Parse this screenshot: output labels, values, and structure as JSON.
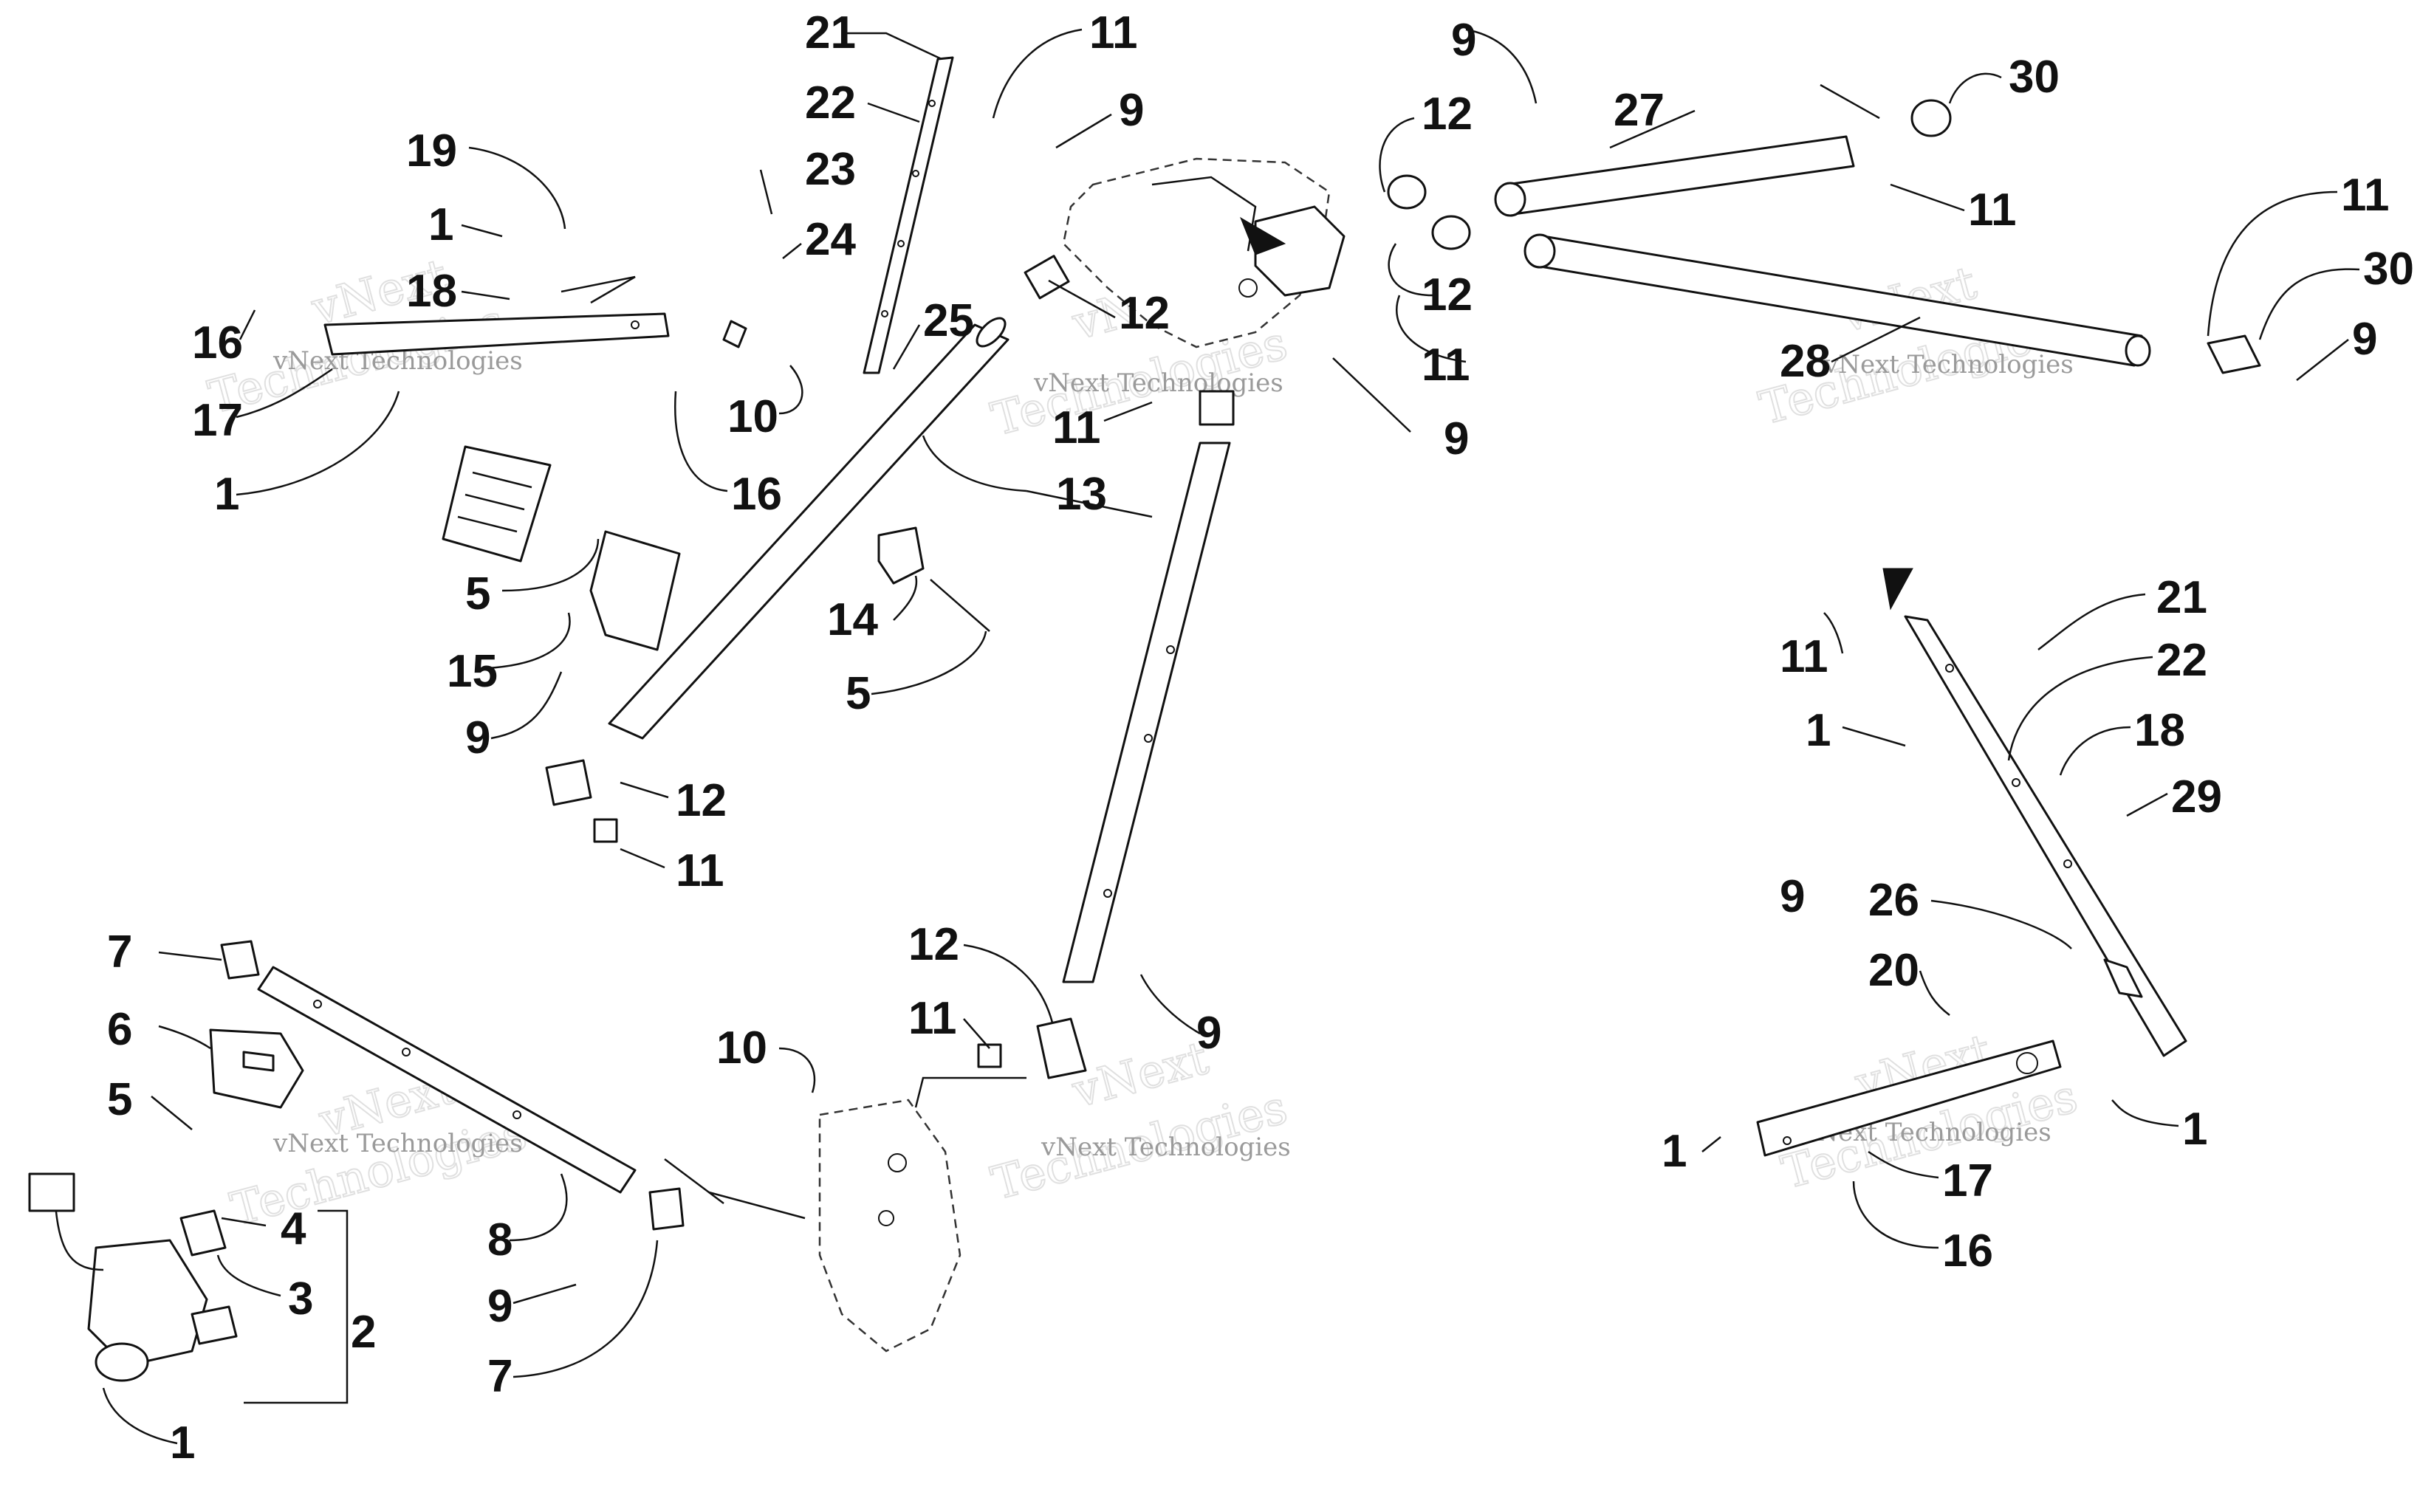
{
  "diagram": {
    "callouts": [
      {
        "id": "c1",
        "text": "21"
      },
      {
        "id": "c2",
        "text": "22"
      },
      {
        "id": "c3",
        "text": "23"
      },
      {
        "id": "c4",
        "text": "24"
      },
      {
        "id": "c5",
        "text": "11"
      },
      {
        "id": "c6",
        "text": "9"
      },
      {
        "id": "c7",
        "text": "25"
      },
      {
        "id": "c8",
        "text": "12"
      },
      {
        "id": "c9",
        "text": "11"
      },
      {
        "id": "c10",
        "text": "9"
      },
      {
        "id": "c11",
        "text": "12"
      },
      {
        "id": "c12",
        "text": "12"
      },
      {
        "id": "c13",
        "text": "11"
      },
      {
        "id": "c14",
        "text": "27"
      },
      {
        "id": "c15",
        "text": "9"
      },
      {
        "id": "c16",
        "text": "30"
      },
      {
        "id": "c17",
        "text": "11"
      },
      {
        "id": "c18",
        "text": "11"
      },
      {
        "id": "c19",
        "text": "30"
      },
      {
        "id": "c20",
        "text": "9"
      },
      {
        "id": "c21",
        "text": "28"
      },
      {
        "id": "c22",
        "text": "19"
      },
      {
        "id": "c23",
        "text": "1"
      },
      {
        "id": "c24",
        "text": "18"
      },
      {
        "id": "c25",
        "text": "16"
      },
      {
        "id": "c26",
        "text": "17"
      },
      {
        "id": "c27",
        "text": "1"
      },
      {
        "id": "c28",
        "text": "10"
      },
      {
        "id": "c29",
        "text": "16"
      },
      {
        "id": "c30",
        "text": "13"
      },
      {
        "id": "c31",
        "text": "5"
      },
      {
        "id": "c32",
        "text": "15"
      },
      {
        "id": "c33",
        "text": "9"
      },
      {
        "id": "c34",
        "text": "14"
      },
      {
        "id": "c35",
        "text": "5"
      },
      {
        "id": "c36",
        "text": "12"
      },
      {
        "id": "c37",
        "text": "11"
      },
      {
        "id": "c38",
        "text": "9"
      },
      {
        "id": "c39",
        "text": "21"
      },
      {
        "id": "c40",
        "text": "11"
      },
      {
        "id": "c41",
        "text": "22"
      },
      {
        "id": "c42",
        "text": "1"
      },
      {
        "id": "c43",
        "text": "18"
      },
      {
        "id": "c44",
        "text": "29"
      },
      {
        "id": "c45",
        "text": "26"
      },
      {
        "id": "c46",
        "text": "20"
      },
      {
        "id": "c47",
        "text": "1"
      },
      {
        "id": "c48",
        "text": "1"
      },
      {
        "id": "c49",
        "text": "17"
      },
      {
        "id": "c50",
        "text": "16"
      },
      {
        "id": "c51",
        "text": "7"
      },
      {
        "id": "c52",
        "text": "6"
      },
      {
        "id": "c53",
        "text": "5"
      },
      {
        "id": "c54",
        "text": "4"
      },
      {
        "id": "c55",
        "text": "3"
      },
      {
        "id": "c56",
        "text": "2"
      },
      {
        "id": "c57",
        "text": "8"
      },
      {
        "id": "c58",
        "text": "9"
      },
      {
        "id": "c59",
        "text": "7"
      },
      {
        "id": "c60",
        "text": "1"
      },
      {
        "id": "c61",
        "text": "10"
      },
      {
        "id": "c62",
        "text": "12"
      },
      {
        "id": "c63",
        "text": "11"
      },
      {
        "id": "c64",
        "text": "9"
      }
    ],
    "watermark": {
      "line1": "vNext Technologies",
      "line2": "vNext",
      "line3": "Technologies"
    }
  }
}
